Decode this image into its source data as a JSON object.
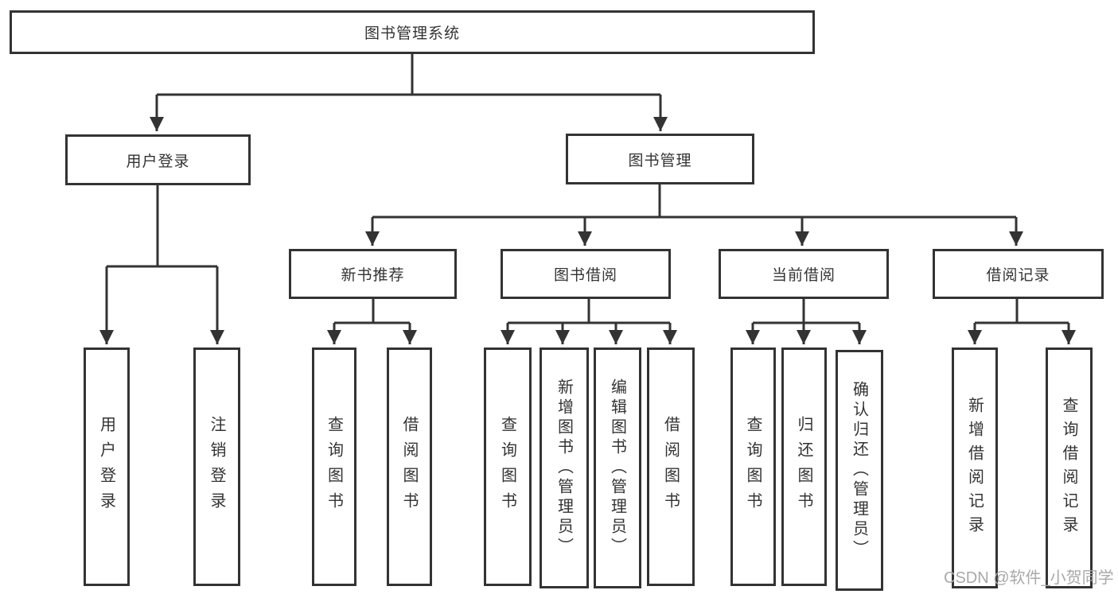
{
  "diagram": {
    "root": {
      "label": "图书管理系统"
    },
    "branches": [
      {
        "label": "用户登录",
        "children": [
          {
            "label": "用户登录"
          },
          {
            "label": "注销登录"
          }
        ]
      },
      {
        "label": "图书管理",
        "children": [
          {
            "label": "新书推荐",
            "children": [
              {
                "label": "查询图书"
              },
              {
                "label": "借阅图书"
              }
            ]
          },
          {
            "label": "图书借阅",
            "children": [
              {
                "label": "查询图书"
              },
              {
                "label": "新增图书（管理员）"
              },
              {
                "label": "编辑图书（管理员）"
              },
              {
                "label": "借阅图书"
              }
            ]
          },
          {
            "label": "当前借阅",
            "children": [
              {
                "label": "查询图书"
              },
              {
                "label": "归还图书"
              },
              {
                "label": "确认归还（管理员）"
              }
            ]
          },
          {
            "label": "借阅记录",
            "children": [
              {
                "label": "新增借阅记录"
              },
              {
                "label": "查询借阅记录"
              }
            ]
          }
        ]
      }
    ]
  },
  "watermark": {
    "text": "CSDN @软件_小贺同学"
  },
  "colors": {
    "line": "#333333",
    "text": "#333333",
    "box_background": "#ffffff",
    "watermark": "#a9a9a9",
    "page_background": "#ffffff"
  }
}
